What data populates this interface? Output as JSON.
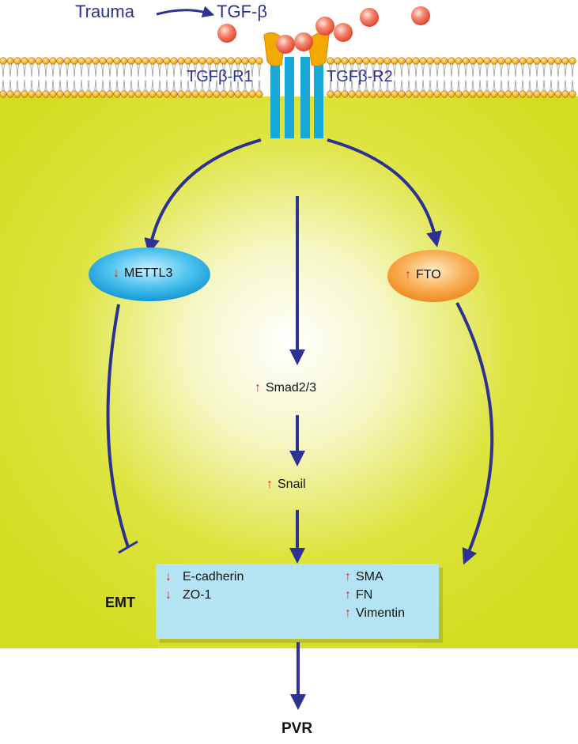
{
  "labels": {
    "trauma": "Trauma",
    "tgfb": "TGF-β",
    "receptor1": "TGFβ-R1",
    "receptor2": "TGFβ-R2",
    "mettl3": "METTL3",
    "fto": "FTO",
    "smad": "Smad2/3",
    "snail": "Snail",
    "emt": "EMT",
    "pvr": "PVR"
  },
  "emt_box": {
    "down_regulated": [
      "E-cadherin",
      "ZO-1"
    ],
    "up_regulated": [
      "SMA",
      "FN",
      "Vimentin"
    ]
  },
  "glyphs": {
    "up": "↑",
    "down": "↓"
  },
  "colors": {
    "cytoplasm": "#d8e024",
    "cytoplasm_center": "#ffffff",
    "arrow": "#2e3192",
    "receptor": "#19a9d8",
    "ligand": "#f0654f",
    "membrane_head": "#f5c518",
    "mettl3": "#1eaee6",
    "fto": "#f58b2c",
    "emt_box": "#b4e4f4",
    "regulation_arrow": "#e1251b"
  }
}
